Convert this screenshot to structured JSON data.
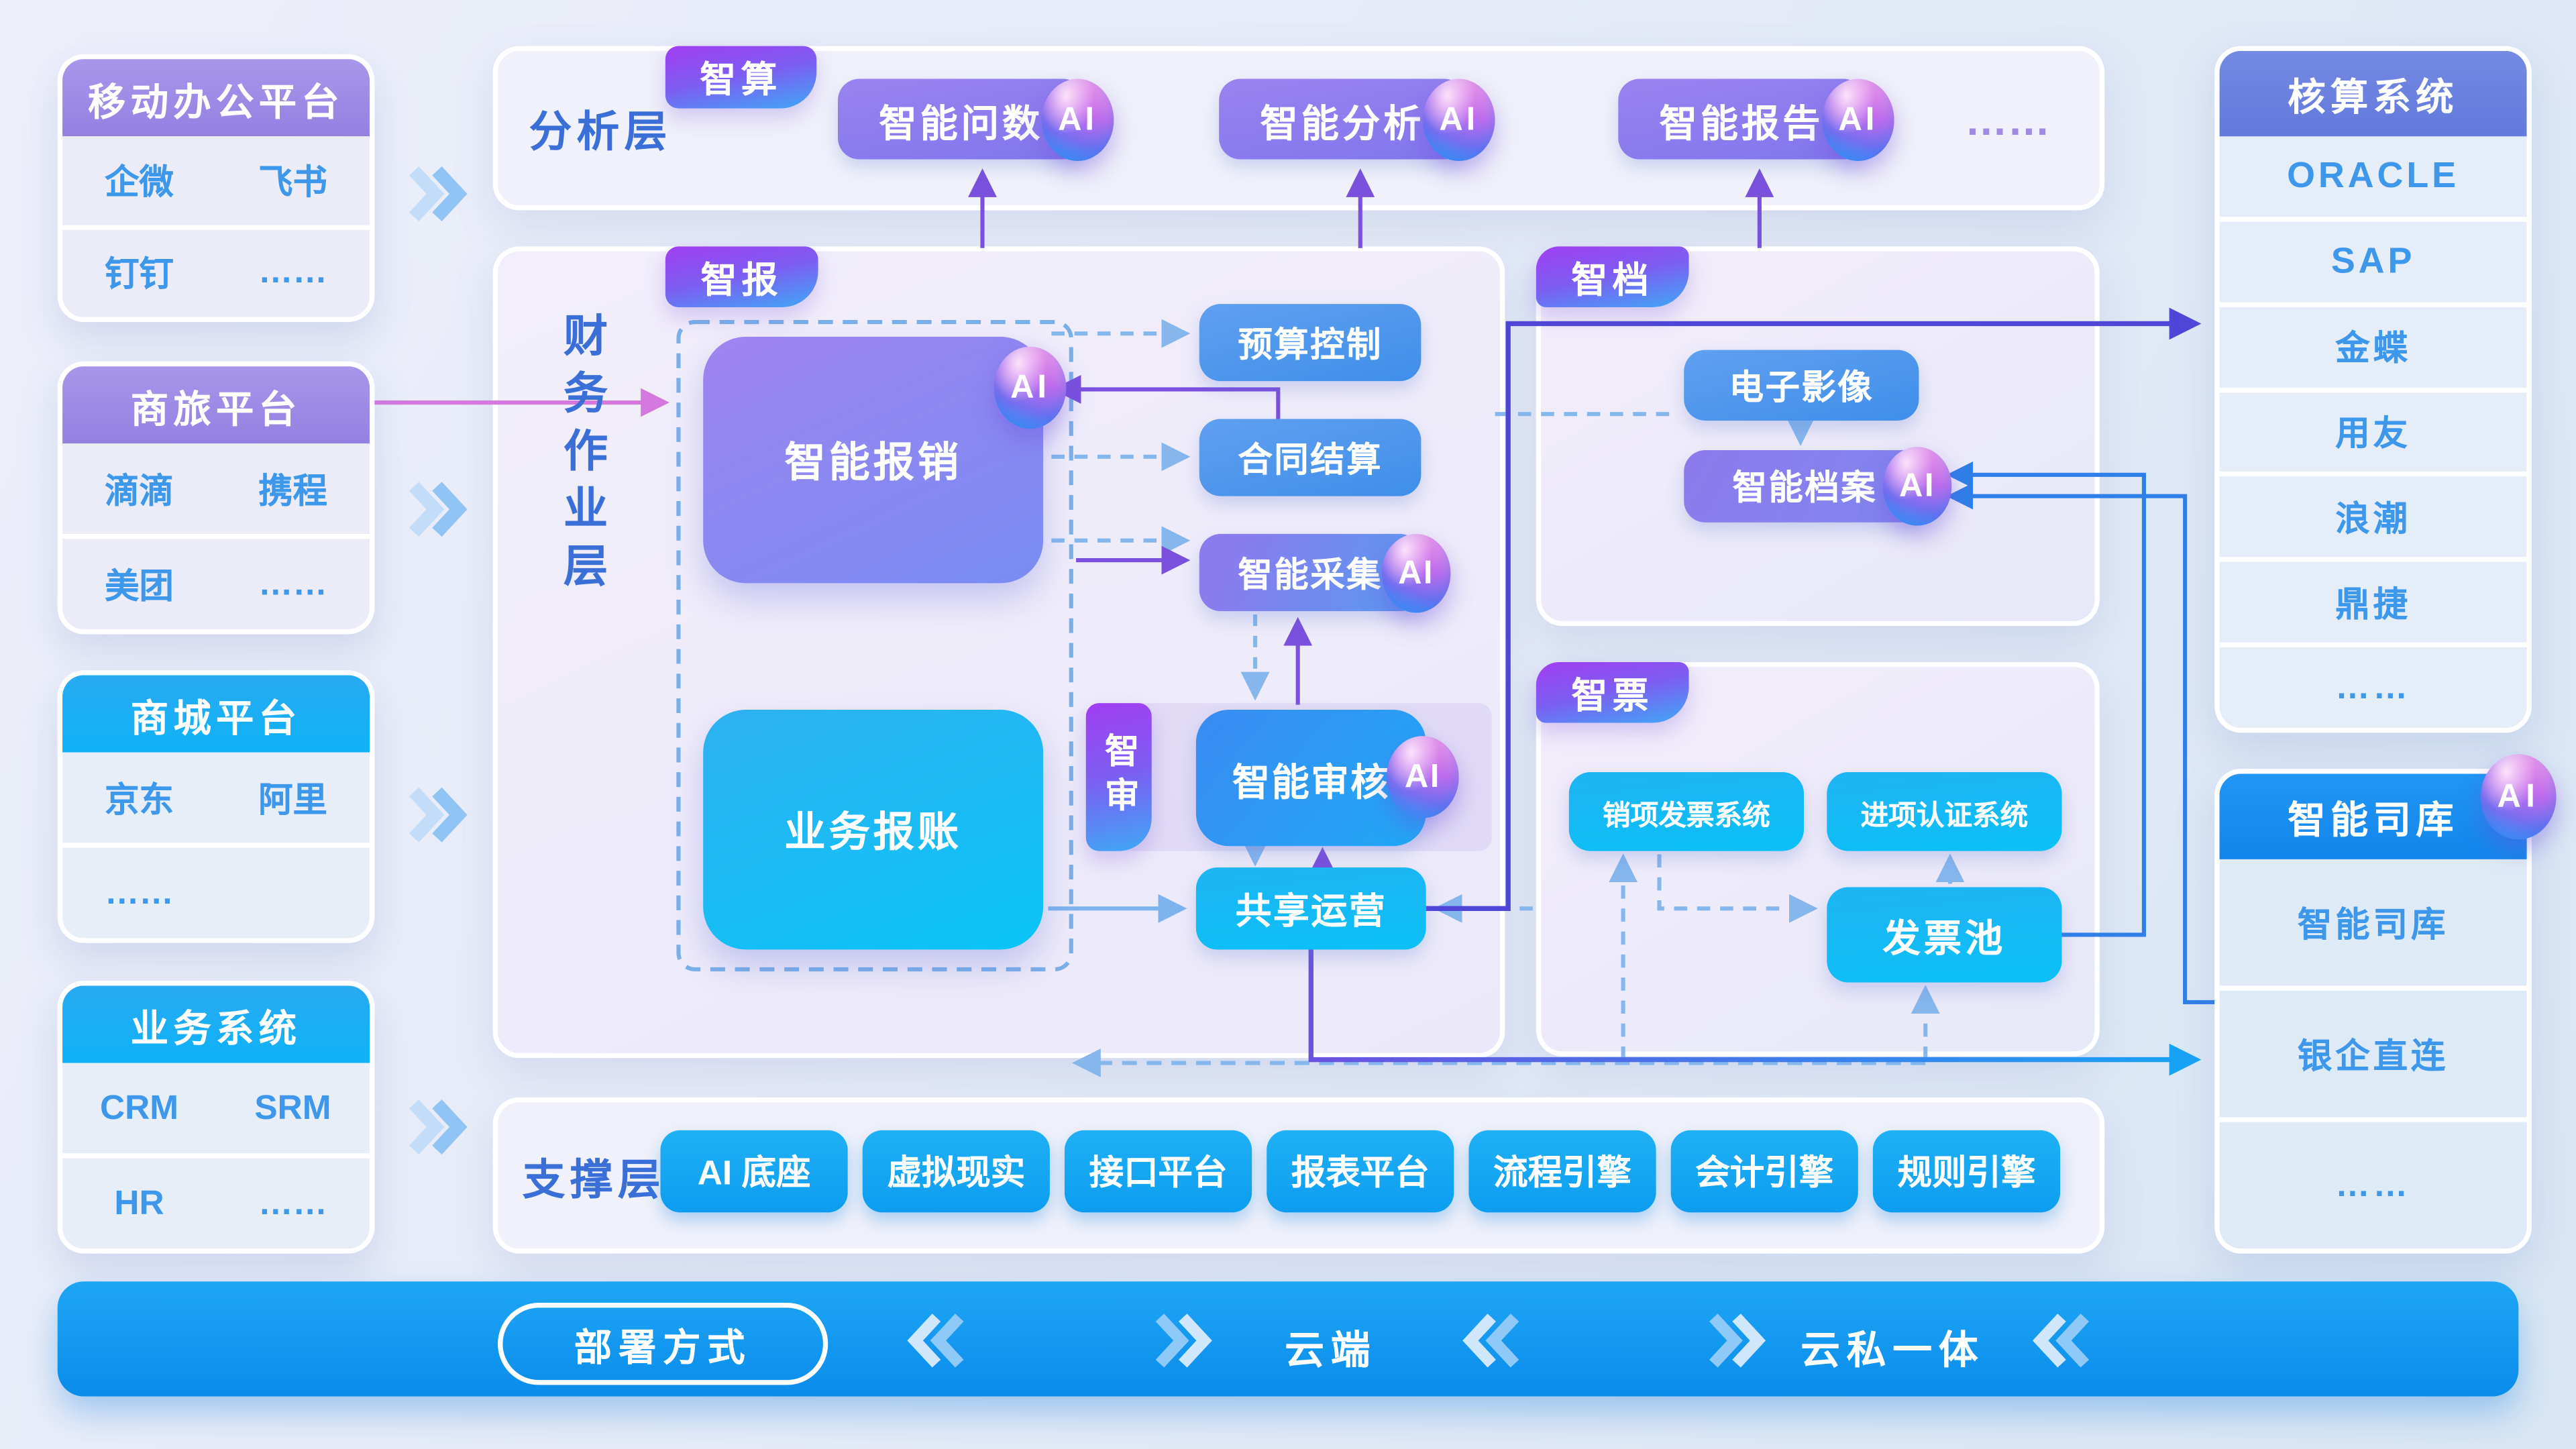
{
  "colors": {
    "accent_cyan": "#14a0f2",
    "accent_purple": "#9477e8",
    "accent_indigo": "#6d83df",
    "row_text": "#3d97ea",
    "layer_label": "#3a6fd8",
    "tag_gradient_top": "#a13ef2",
    "tag_gradient_bottom": "#3fa8f6",
    "wire_dashed": "#85b7ed",
    "wire_indigo": "#4f46d8",
    "wire_purple": "#7a50dd",
    "wire_pink": "#d478dd",
    "wire_blue": "#2f7fe8"
  },
  "icons": {
    "ai_badge": "AI",
    "chevron_right": "》",
    "chevron_left": "《"
  },
  "left_column": {
    "platforms": [
      {
        "title": "移动办公平台",
        "rows": [
          [
            "企微",
            "飞书"
          ],
          [
            "钉钉",
            "……"
          ]
        ]
      },
      {
        "title": "商旅平台",
        "rows": [
          [
            "滴滴",
            "携程"
          ],
          [
            "美团",
            "……"
          ]
        ]
      },
      {
        "title": "商城平台",
        "rows": [
          [
            "京东",
            "阿里"
          ],
          [
            "……",
            ""
          ]
        ]
      },
      {
        "title": "业务系统",
        "rows": [
          [
            "CRM",
            "SRM"
          ],
          [
            "HR",
            "……"
          ]
        ]
      }
    ]
  },
  "analysis_layer": {
    "label": "分析层",
    "tag": "智算",
    "pills": [
      {
        "label": "智能问数",
        "badge": "AI"
      },
      {
        "label": "智能分析",
        "badge": "AI"
      },
      {
        "label": "智能报告",
        "badge": "AI"
      }
    ],
    "more": "……"
  },
  "finance_layer": {
    "label": "财务作业层",
    "tag": "智报",
    "reimburse": {
      "label": "智能报销",
      "badge": "AI"
    },
    "accounting": {
      "label": "业务报账"
    },
    "budget": {
      "label": "预算控制"
    },
    "contract": {
      "label": "合同结算"
    },
    "collect": {
      "label": "智能采集",
      "badge": "AI"
    },
    "audit_tag": "智审",
    "audit": {
      "label": "智能审核",
      "badge": "AI"
    },
    "shared": {
      "label": "共享运营"
    }
  },
  "archive_panel": {
    "tag": "智档",
    "e_image": {
      "label": "电子影像"
    },
    "archive": {
      "label": "智能档案",
      "badge": "AI"
    }
  },
  "invoice_panel": {
    "tag": "智票",
    "output_invoice": {
      "label": "销项发票系统"
    },
    "input_auth": {
      "label": "进项认证系统"
    },
    "pool": {
      "label": "发票池"
    }
  },
  "accounting_panel": {
    "title": "核算系统",
    "rows": [
      "ORACLE",
      "SAP",
      "金蝶",
      "用友",
      "浪潮",
      "鼎捷",
      "……"
    ]
  },
  "treasury_panel": {
    "title": "智能司库",
    "badge": "AI",
    "rows": [
      "智能司库",
      "银企直连",
      "……"
    ]
  },
  "support_layer": {
    "label": "支撑层",
    "pills": [
      "AI 底座",
      "虚拟现实",
      "接口平台",
      "报表平台",
      "流程引擎",
      "会计引擎",
      "规则引擎"
    ]
  },
  "deployment": {
    "button": "部署方式",
    "cloud": "云端",
    "hybrid": "云私一体"
  }
}
